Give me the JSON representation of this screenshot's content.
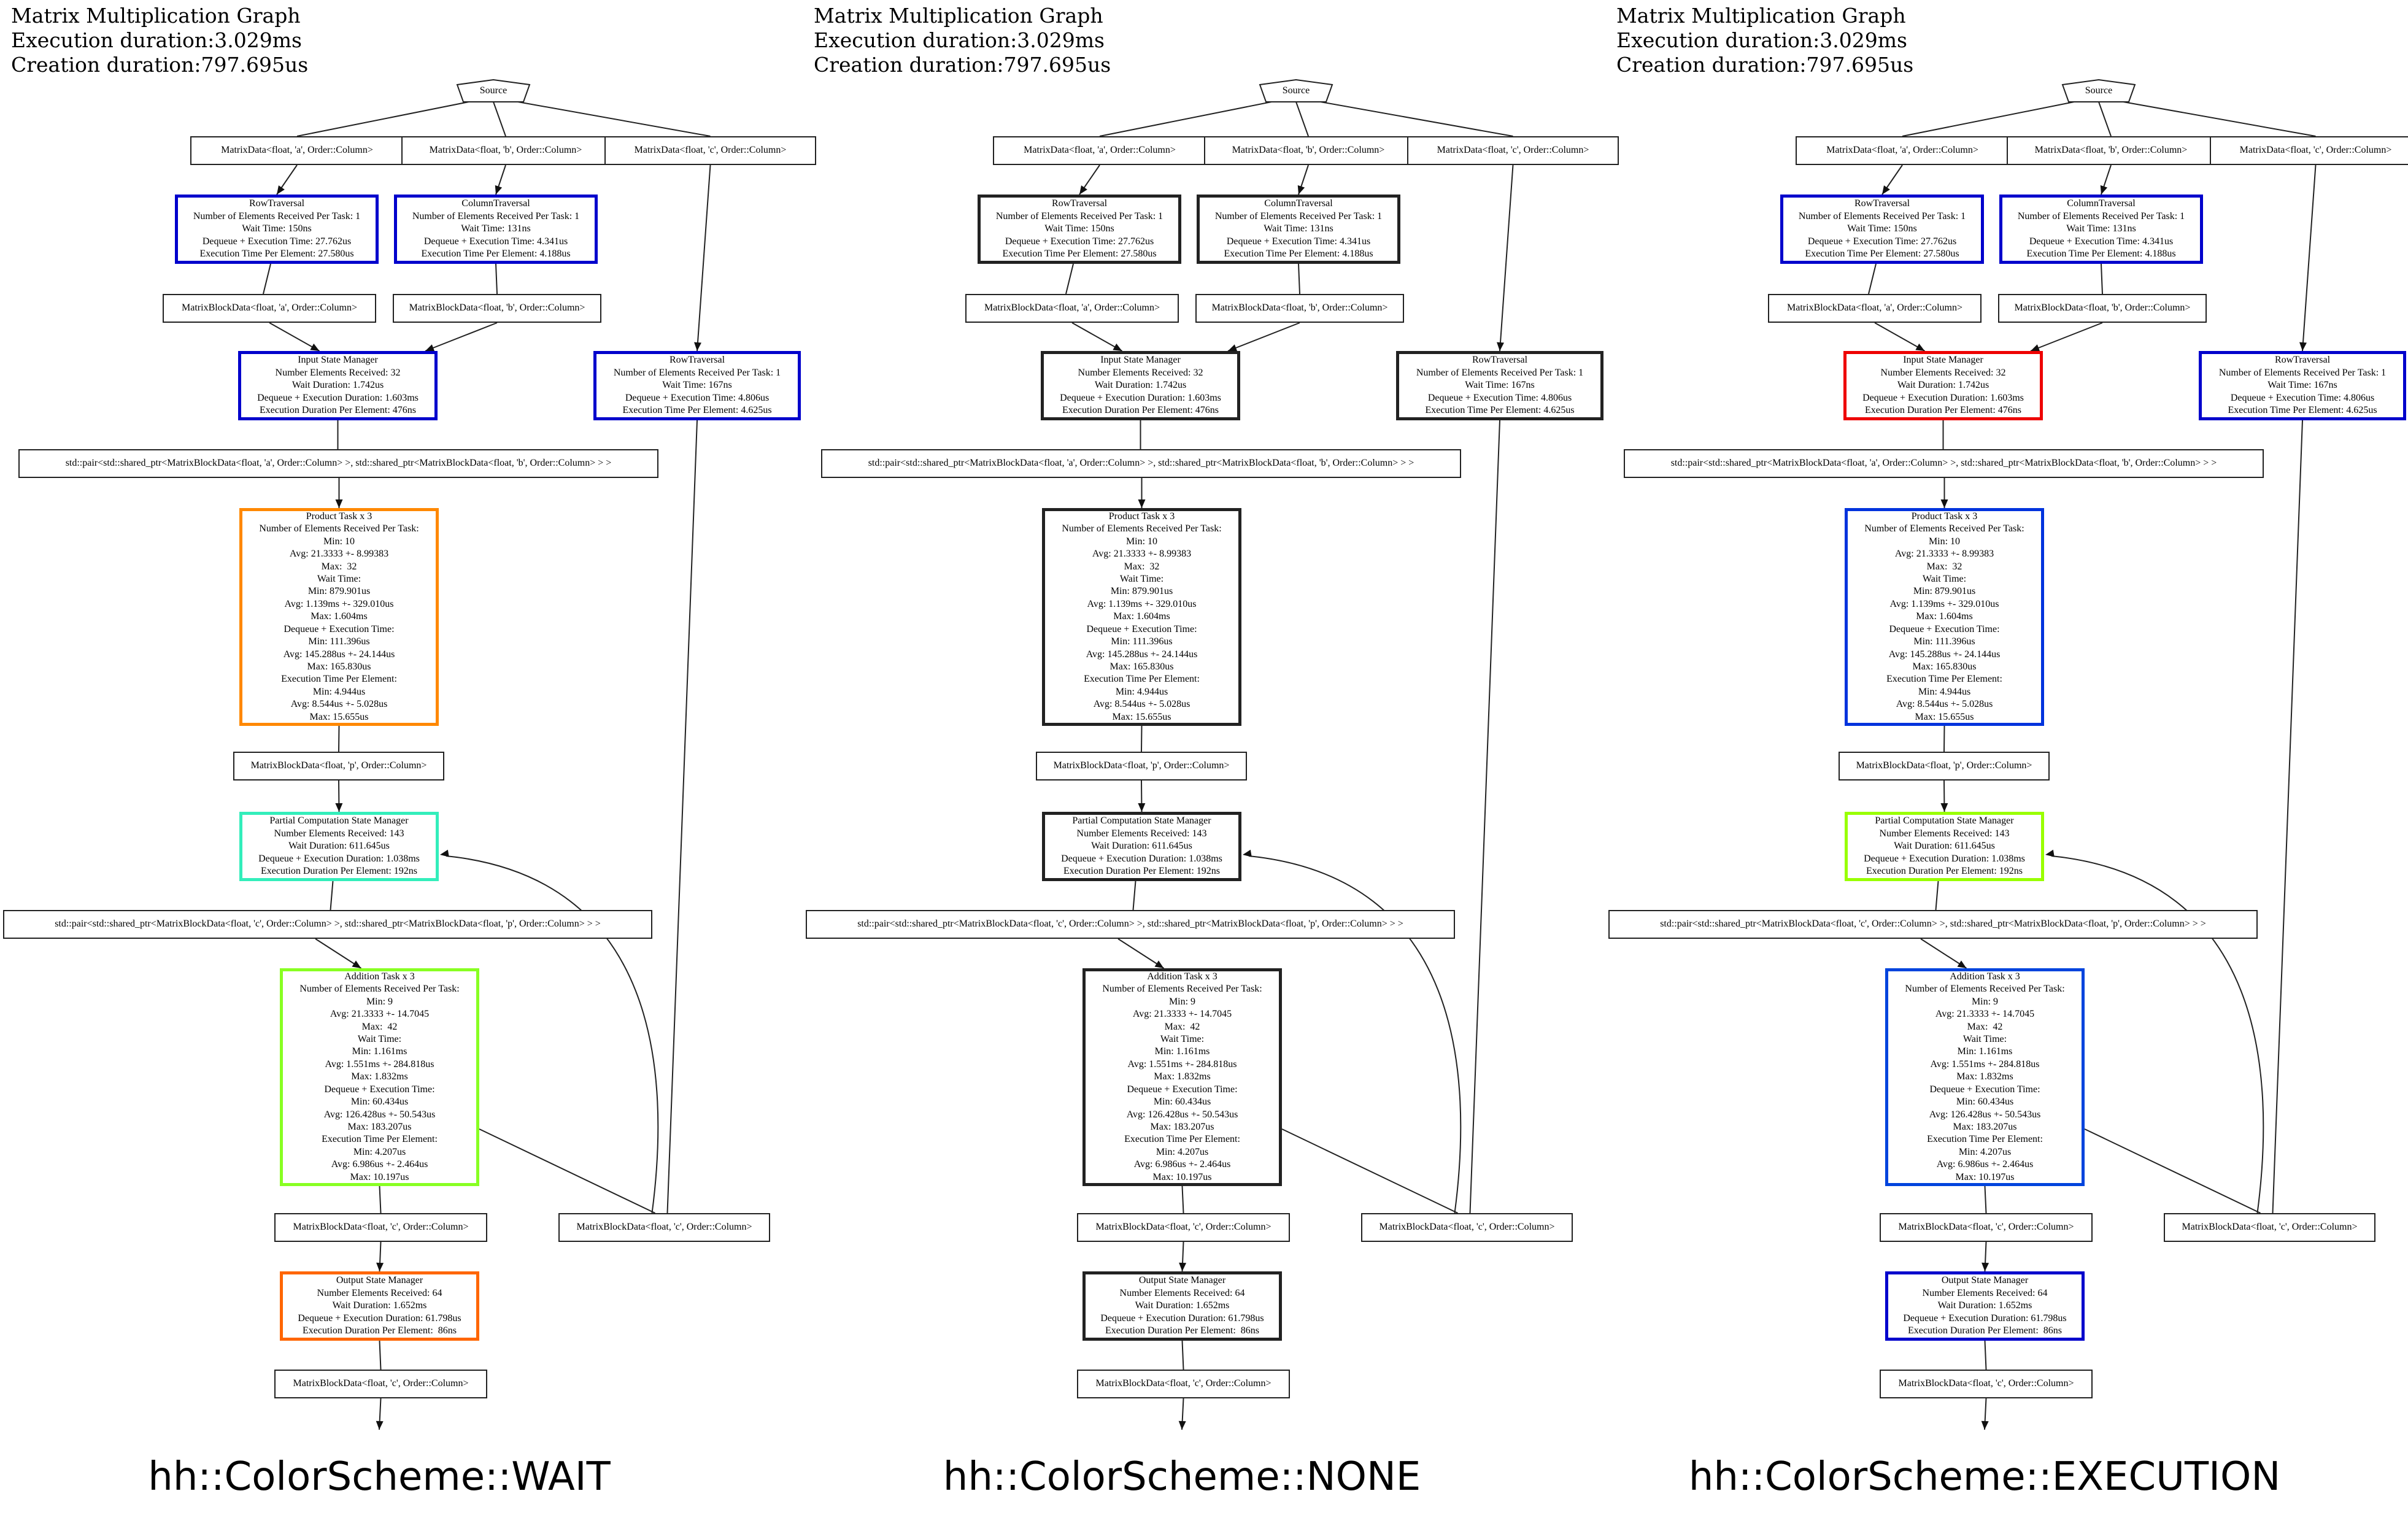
{
  "header": {
    "title": "Matrix Multiplication Graph",
    "execution": "Execution duration:3.029ms",
    "creation": "Creation duration:797.695us"
  },
  "panels": [
    {
      "caption": "hh::ColorScheme::WAIT",
      "colors": {
        "row1": "#0000cc",
        "col": "#0000cc",
        "row2": "#0000cc",
        "input": "#0000cc",
        "product": "#ff8800",
        "partial": "#33eebb",
        "addition": "#88ff22",
        "output": "#ff6600"
      }
    },
    {
      "caption": "hh::ColorScheme::NONE",
      "colors": {
        "row1": "#222222",
        "col": "#222222",
        "row2": "#222222",
        "input": "#222222",
        "product": "#222222",
        "partial": "#222222",
        "addition": "#222222",
        "output": "#222222"
      }
    },
    {
      "caption": "hh::ColorScheme::EXECUTION",
      "colors": {
        "row1": "#0000cc",
        "col": "#0000cc",
        "row2": "#0000cc",
        "input": "#ee0000",
        "product": "#0033dd",
        "partial": "#99ff00",
        "addition": "#0044dd",
        "output": "#0000cc"
      }
    }
  ],
  "nodes": {
    "source": [
      "Source"
    ],
    "dataA": [
      "MatrixData<float, 'a', Order::Column>"
    ],
    "dataB": [
      "MatrixData<float, 'b', Order::Column>"
    ],
    "dataC": [
      "MatrixData<float, 'c', Order::Column>"
    ],
    "row1": [
      "RowTraversal",
      "Number of Elements Received Per Task: 1",
      "Wait Time: 150ns",
      "Dequeue + Execution Time: 27.762us",
      "Execution Time Per Element: 27.580us"
    ],
    "col": [
      "ColumnTraversal",
      "Number of Elements Received Per Task: 1",
      "Wait Time: 131ns",
      "Dequeue + Execution Time: 4.341us",
      "Execution Time Per Element: 4.188us"
    ],
    "row2": [
      "RowTraversal",
      "Number of Elements Received Per Task: 1",
      "Wait Time: 167ns",
      "Dequeue + Execution Time: 4.806us",
      "Execution Time Per Element: 4.625us"
    ],
    "blockA": [
      "MatrixBlockData<float, 'a', Order::Column>"
    ],
    "blockB": [
      "MatrixBlockData<float, 'b', Order::Column>"
    ],
    "input": [
      "Input State Manager",
      "Number Elements Received: 32",
      "Wait Duration: 1.742us",
      "Dequeue + Execution Duration: 1.603ms",
      "Execution Duration Per Element: 476ns"
    ],
    "pairAB": [
      "std::pair<std::shared_ptr<MatrixBlockData<float, 'a', Order::Column> >, std::shared_ptr<MatrixBlockData<float, 'b', Order::Column> > >"
    ],
    "product": [
      "Product Task x 3",
      "Number of Elements Received Per Task:",
      "Min: 10",
      "Avg: 21.3333 +- 8.99383",
      "Max:  32",
      "Wait Time:",
      "Min: 879.901us",
      "Avg: 1.139ms +- 329.010us",
      "Max: 1.604ms",
      "Dequeue + Execution Time:",
      "Min: 111.396us",
      "Avg: 145.288us +- 24.144us",
      "Max: 165.830us",
      "Execution Time Per Element:",
      "Min: 4.944us",
      "Avg: 8.544us +- 5.028us",
      "Max: 15.655us"
    ],
    "blockP": [
      "MatrixBlockData<float, 'p', Order::Column>"
    ],
    "partial": [
      "Partial Computation State Manager",
      "Number Elements Received: 143",
      "Wait Duration: 611.645us",
      "Dequeue + Execution Duration: 1.038ms",
      "Execution Duration Per Element: 192ns"
    ],
    "pairCP": [
      "std::pair<std::shared_ptr<MatrixBlockData<float, 'c', Order::Column> >, std::shared_ptr<MatrixBlockData<float, 'p', Order::Column> > >"
    ],
    "addition": [
      "Addition Task x 3",
      "Number of Elements Received Per Task:",
      "Min: 9",
      "Avg: 21.3333 +- 14.7045",
      "Max:  42",
      "Wait Time:",
      "Min: 1.161ms",
      "Avg: 1.551ms +- 284.818us",
      "Max: 1.832ms",
      "Dequeue + Execution Time:",
      "Min: 60.434us",
      "Avg: 126.428us +- 50.543us",
      "Max: 183.207us",
      "Execution Time Per Element:",
      "Min: 4.207us",
      "Avg: 6.986us +- 2.464us",
      "Max: 10.197us"
    ],
    "blockC1": [
      "MatrixBlockData<float, 'c', Order::Column>"
    ],
    "blockC2": [
      "MatrixBlockData<float, 'c', Order::Column>"
    ],
    "output": [
      "Output State Manager",
      "Number Elements Received: 64",
      "Wait Duration: 1.652ms",
      "Dequeue + Execution Duration: 61.798us",
      "Execution Duration Per Element:  86ns"
    ],
    "blockC3": [
      "MatrixBlockData<float, 'c', Order::Column>"
    ]
  }
}
